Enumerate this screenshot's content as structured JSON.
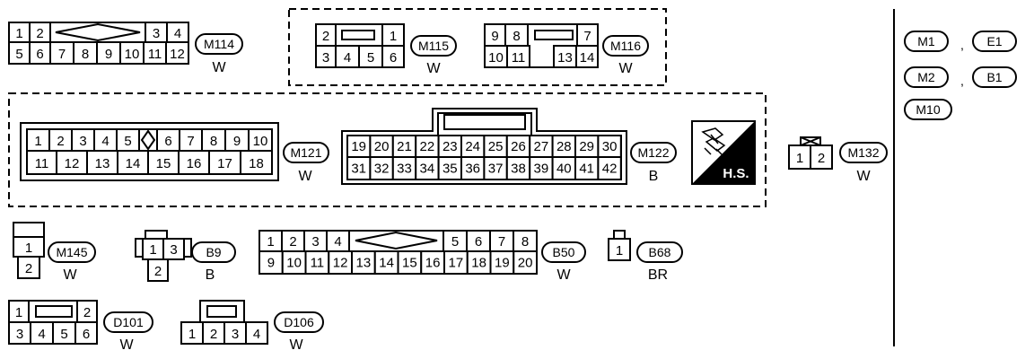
{
  "connectors": {
    "M114": {
      "label": "M114",
      "color": "W",
      "pins": [
        "1",
        "2",
        "3",
        "4",
        "5",
        "6",
        "7",
        "8",
        "9",
        "10",
        "11",
        "12"
      ]
    },
    "M115": {
      "label": "M115",
      "color": "W",
      "pins": [
        "2",
        "1",
        "3",
        "4",
        "5",
        "6"
      ]
    },
    "M116": {
      "label": "M116",
      "color": "W",
      "pins": [
        "9",
        "8",
        "7",
        "10",
        "11",
        "13",
        "14"
      ]
    },
    "M121": {
      "label": "M121",
      "color": "W",
      "pins": [
        "1",
        "2",
        "3",
        "4",
        "5",
        "6",
        "7",
        "8",
        "9",
        "10",
        "11",
        "12",
        "13",
        "14",
        "15",
        "16",
        "17",
        "18"
      ]
    },
    "M122": {
      "label": "M122",
      "color": "B",
      "pins": [
        "19",
        "20",
        "21",
        "22",
        "23",
        "24",
        "25",
        "26",
        "27",
        "28",
        "29",
        "30",
        "31",
        "32",
        "33",
        "34",
        "35",
        "36",
        "37",
        "38",
        "39",
        "40",
        "41",
        "42"
      ]
    },
    "M132": {
      "label": "M132",
      "color": "W",
      "pins": [
        "1",
        "2"
      ]
    },
    "M145": {
      "label": "M145",
      "color": "W",
      "pins": [
        "1",
        "2"
      ]
    },
    "B9": {
      "label": "B9",
      "color": "B",
      "pins": [
        "1",
        "3",
        "2"
      ]
    },
    "B50": {
      "label": "B50",
      "color": "W",
      "pins": [
        "1",
        "2",
        "3",
        "4",
        "5",
        "6",
        "7",
        "8",
        "9",
        "10",
        "11",
        "12",
        "13",
        "14",
        "15",
        "16",
        "17",
        "18",
        "19",
        "20"
      ]
    },
    "B68": {
      "label": "B68",
      "color": "BR",
      "pins": [
        "1"
      ]
    },
    "D101": {
      "label": "D101",
      "color": "W",
      "pins": [
        "1",
        "2",
        "3",
        "4",
        "5",
        "6"
      ]
    },
    "D106": {
      "label": "D106",
      "color": "W",
      "pins": [
        "1",
        "2",
        "3",
        "4"
      ]
    }
  },
  "hs_badge": {
    "text": "H.S."
  },
  "legend": {
    "row1": {
      "a": "M1",
      "sep": ",",
      "b": "E1"
    },
    "row2": {
      "a": "M2",
      "sep": ",",
      "b": "B1"
    },
    "row3": {
      "a": "M10"
    }
  }
}
